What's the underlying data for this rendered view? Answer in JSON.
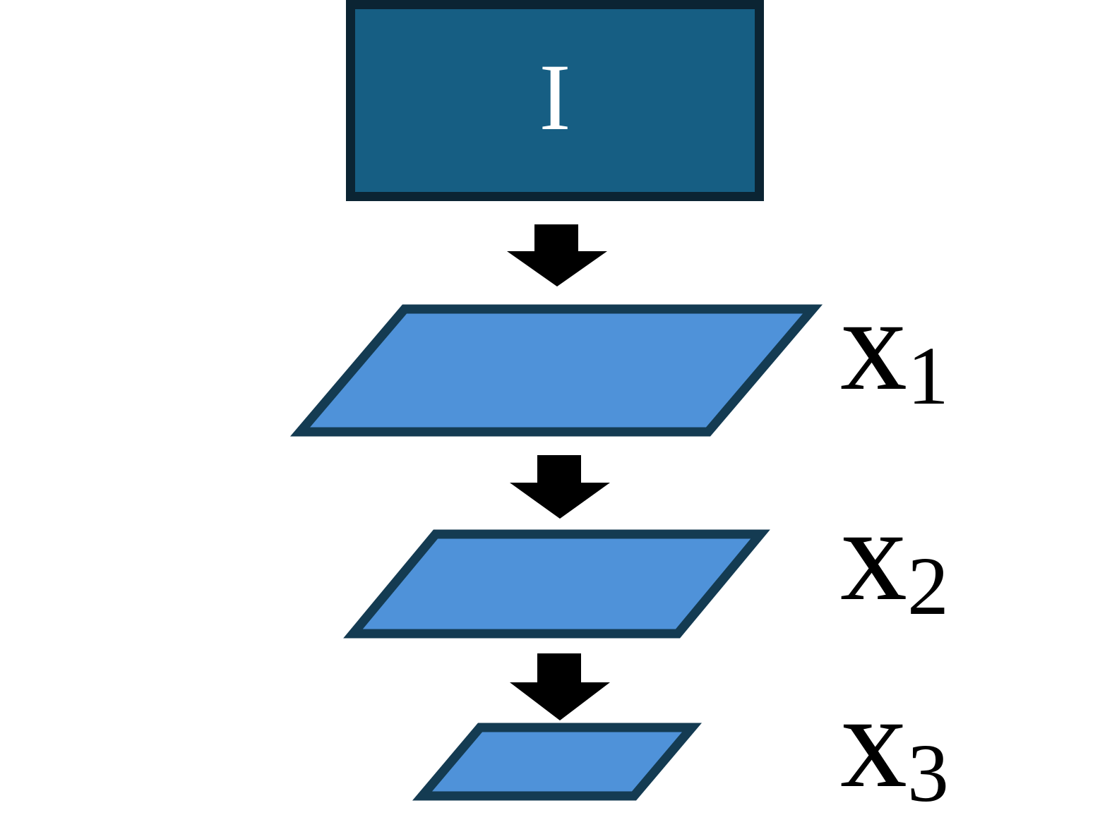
{
  "diagram": {
    "colors": {
      "background": "#ffffff",
      "input_fill": "#165e83",
      "input_border": "#0b2433",
      "feature_fill": "#4f92d9",
      "feature_border": "#143b52",
      "arrow": "#000000",
      "input_label_color": "#ffffff",
      "label_color": "#000000"
    },
    "input_block": {
      "label": "I"
    },
    "feature_maps": [
      {
        "label_base": "x",
        "label_sub": "1"
      },
      {
        "label_base": "x",
        "label_sub": "2"
      },
      {
        "label_base": "x",
        "label_sub": "3"
      }
    ]
  }
}
